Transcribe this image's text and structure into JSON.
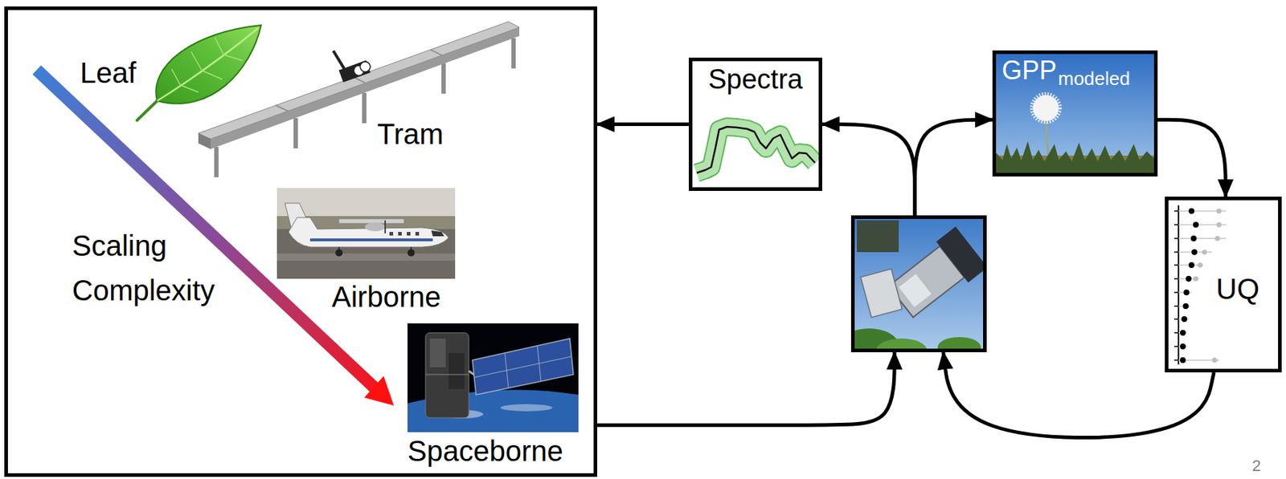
{
  "diagram": {
    "nodes": [
      {
        "text": [
          "Leaf",
          "Tram",
          "Airborne",
          "Scaling Complexity",
          "Spaceborne"
        ]
      },
      {
        "text": [
          "Spectra"
        ]
      },
      {
        "text": [
          "GPP",
          "modeled"
        ]
      },
      {
        "text": []
      },
      {
        "text": [
          "UQ"
        ]
      }
    ],
    "edges": [
      {
        "from": 1,
        "to": 0,
        "arrow": "to"
      },
      {
        "from": 0,
        "to": 3,
        "arrow": "to"
      },
      {
        "from": 3,
        "to": 1,
        "arrow": "to"
      },
      {
        "from": 3,
        "to": 2,
        "arrow": "to"
      },
      {
        "from": 2,
        "to": 4,
        "arrow": "to"
      },
      {
        "from": 4,
        "to": 3,
        "arrow": "to"
      }
    ],
    "labels": [
      "2"
    ]
  }
}
